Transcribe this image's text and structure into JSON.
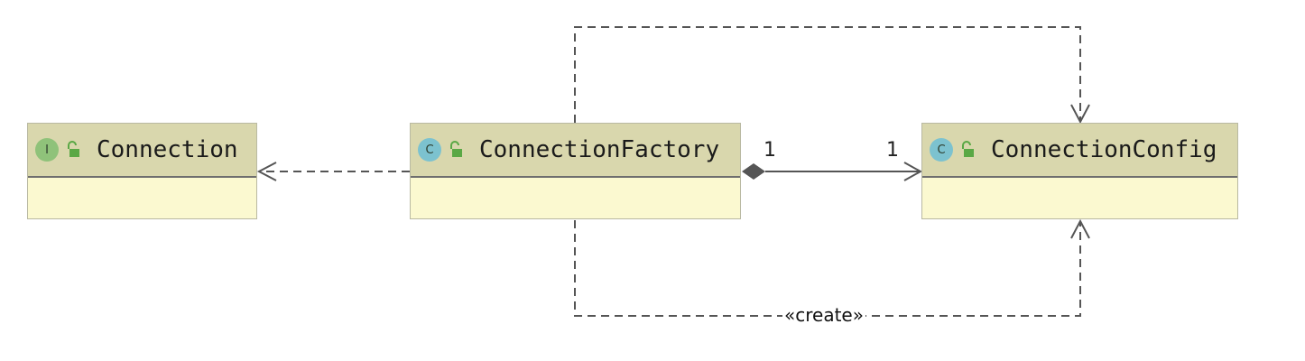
{
  "classes": {
    "connection": {
      "name": "Connection",
      "kind": "I"
    },
    "factory": {
      "name": "ConnectionFactory",
      "kind": "C"
    },
    "config": {
      "name": "ConnectionConfig",
      "kind": "C"
    }
  },
  "relations": {
    "composition": {
      "source_multiplicity": "1",
      "target_multiplicity": "1"
    },
    "create": {
      "stereotype": "«create»"
    }
  },
  "colors": {
    "header": "#d9d7ad",
    "body": "#fbf9d0",
    "interface_badge": "#8fc27a",
    "class_badge": "#7cc2cf",
    "lock": "#5aa845",
    "edge": "#555555"
  }
}
